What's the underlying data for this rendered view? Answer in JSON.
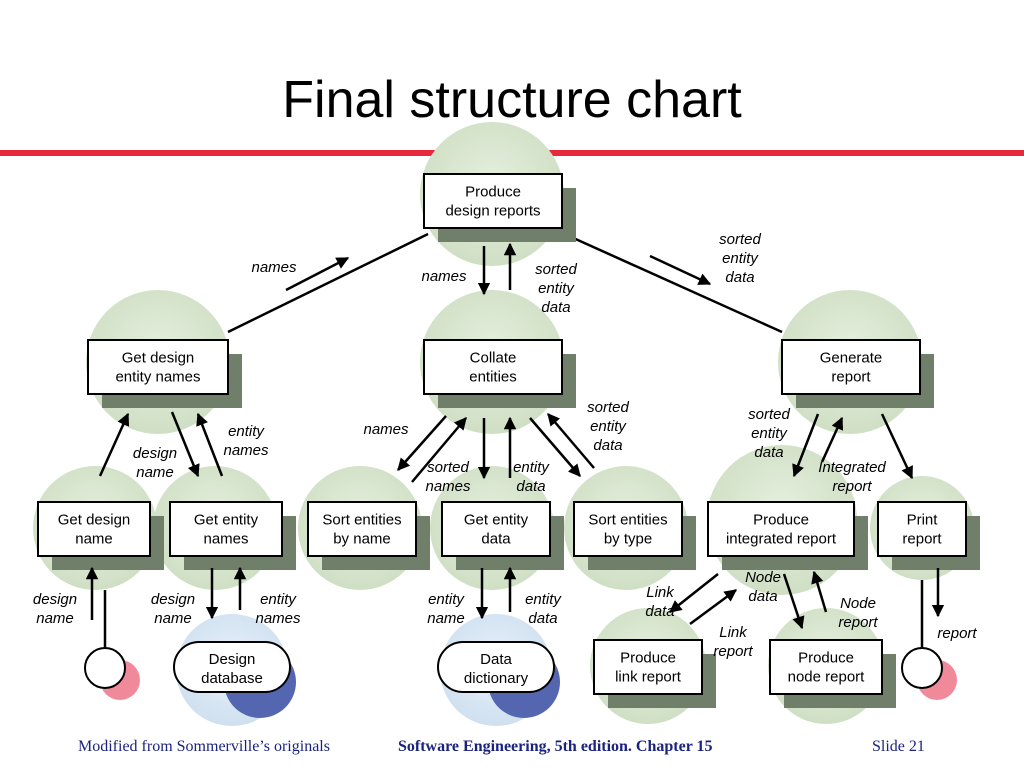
{
  "title": "Final structure chart",
  "colors": {
    "accent_rule": "#e8293b",
    "node_circle": "#d8e6cf",
    "store_circle": "#d6e5f3",
    "store_shadow": "#5566b0",
    "terminal_shadow": "#f08a9a",
    "footer_text": "#1a237e"
  },
  "modules": {
    "produce_design_reports": [
      "Produce",
      "design reports"
    ],
    "get_design_entity_names": [
      "Get design",
      "entity names"
    ],
    "collate_entities": [
      "Collate",
      "entities"
    ],
    "generate_report": [
      "Generate",
      "report"
    ],
    "get_design_name": [
      "Get design",
      "name"
    ],
    "get_entity_names": [
      "Get entity",
      "names"
    ],
    "sort_entities_by_name": [
      "Sort entities",
      "by name"
    ],
    "get_entity_data": [
      "Get entity",
      "data"
    ],
    "sort_entities_by_type": [
      "Sort entities",
      "by type"
    ],
    "produce_integrated_report": [
      "Produce",
      "integrated report"
    ],
    "print_report": [
      "Print",
      "report"
    ],
    "produce_link_report": [
      "Produce",
      "link report"
    ],
    "produce_node_report": [
      "Produce",
      "node report"
    ]
  },
  "stores": {
    "design_database": [
      "Design",
      "database"
    ],
    "data_dictionary": [
      "Data",
      "dictionary"
    ]
  },
  "flows": {
    "names_top_left": [
      "names"
    ],
    "names_top_center": [
      "names"
    ],
    "sorted_entity_data_top_center": [
      "sorted",
      "entity",
      "data"
    ],
    "sorted_entity_data_top_right": [
      "sorted",
      "entity",
      "data"
    ],
    "design_name_mid": [
      "design",
      "name"
    ],
    "entity_names_mid": [
      "entity",
      "names"
    ],
    "names_mid": [
      "names"
    ],
    "sorted_names_mid": [
      "sorted",
      "names"
    ],
    "entity_data_mid": [
      "entity",
      "data"
    ],
    "sorted_entity_data_mid": [
      "sorted",
      "entity",
      "data"
    ],
    "sorted_entity_data_right_mid": [
      "sorted",
      "entity",
      "data"
    ],
    "integrated_report_mid": [
      "Integrated",
      "report"
    ],
    "design_name_low_left": [
      "design",
      "name"
    ],
    "design_name_low": [
      "design",
      "name"
    ],
    "entity_names_low": [
      "entity",
      "names"
    ],
    "entity_name_low": [
      "entity",
      "name"
    ],
    "entity_data_low": [
      "entity",
      "data"
    ],
    "link_data": [
      "Link",
      "data"
    ],
    "node_data": [
      "Node",
      "data"
    ],
    "link_report": [
      "Link",
      "report"
    ],
    "node_report": [
      "Node",
      "report"
    ],
    "report_low": [
      "report"
    ]
  },
  "footer": {
    "left": "Modified from Sommerville’s originals",
    "middle": "Software Engineering, 5th edition. Chapter 15",
    "right": "Slide  21"
  }
}
